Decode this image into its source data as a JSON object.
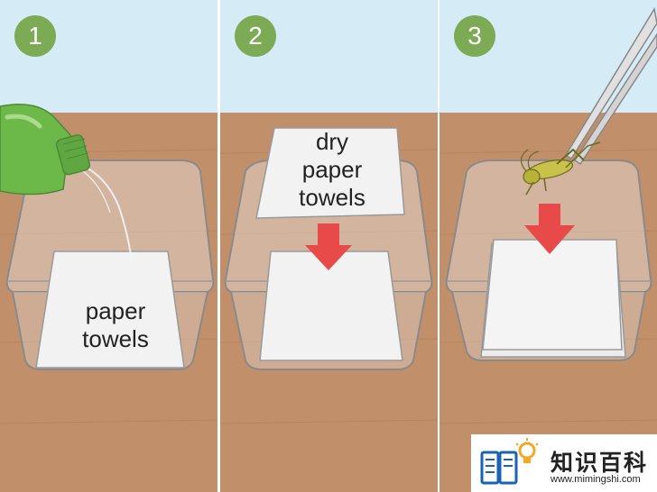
{
  "steps": [
    {
      "number": "1",
      "label": "paper\ntowels"
    },
    {
      "number": "2",
      "label": "dry\npaper\ntowels"
    },
    {
      "number": "3",
      "label": ""
    }
  ],
  "watermark": {
    "name": "知识百科",
    "url": "www.mimingshi.com"
  },
  "icons": [
    "spray-bottle-icon",
    "tweezers-icon",
    "grasshopper-icon",
    "down-arrow-icon",
    "book-logo-icon",
    "lightbulb-icon"
  ],
  "colors": {
    "sky": "#d5ecf7",
    "table": "#c28f6b",
    "badge": "#7dab55",
    "arrow": "#e84a4a",
    "bottle": "#6cb94a"
  }
}
